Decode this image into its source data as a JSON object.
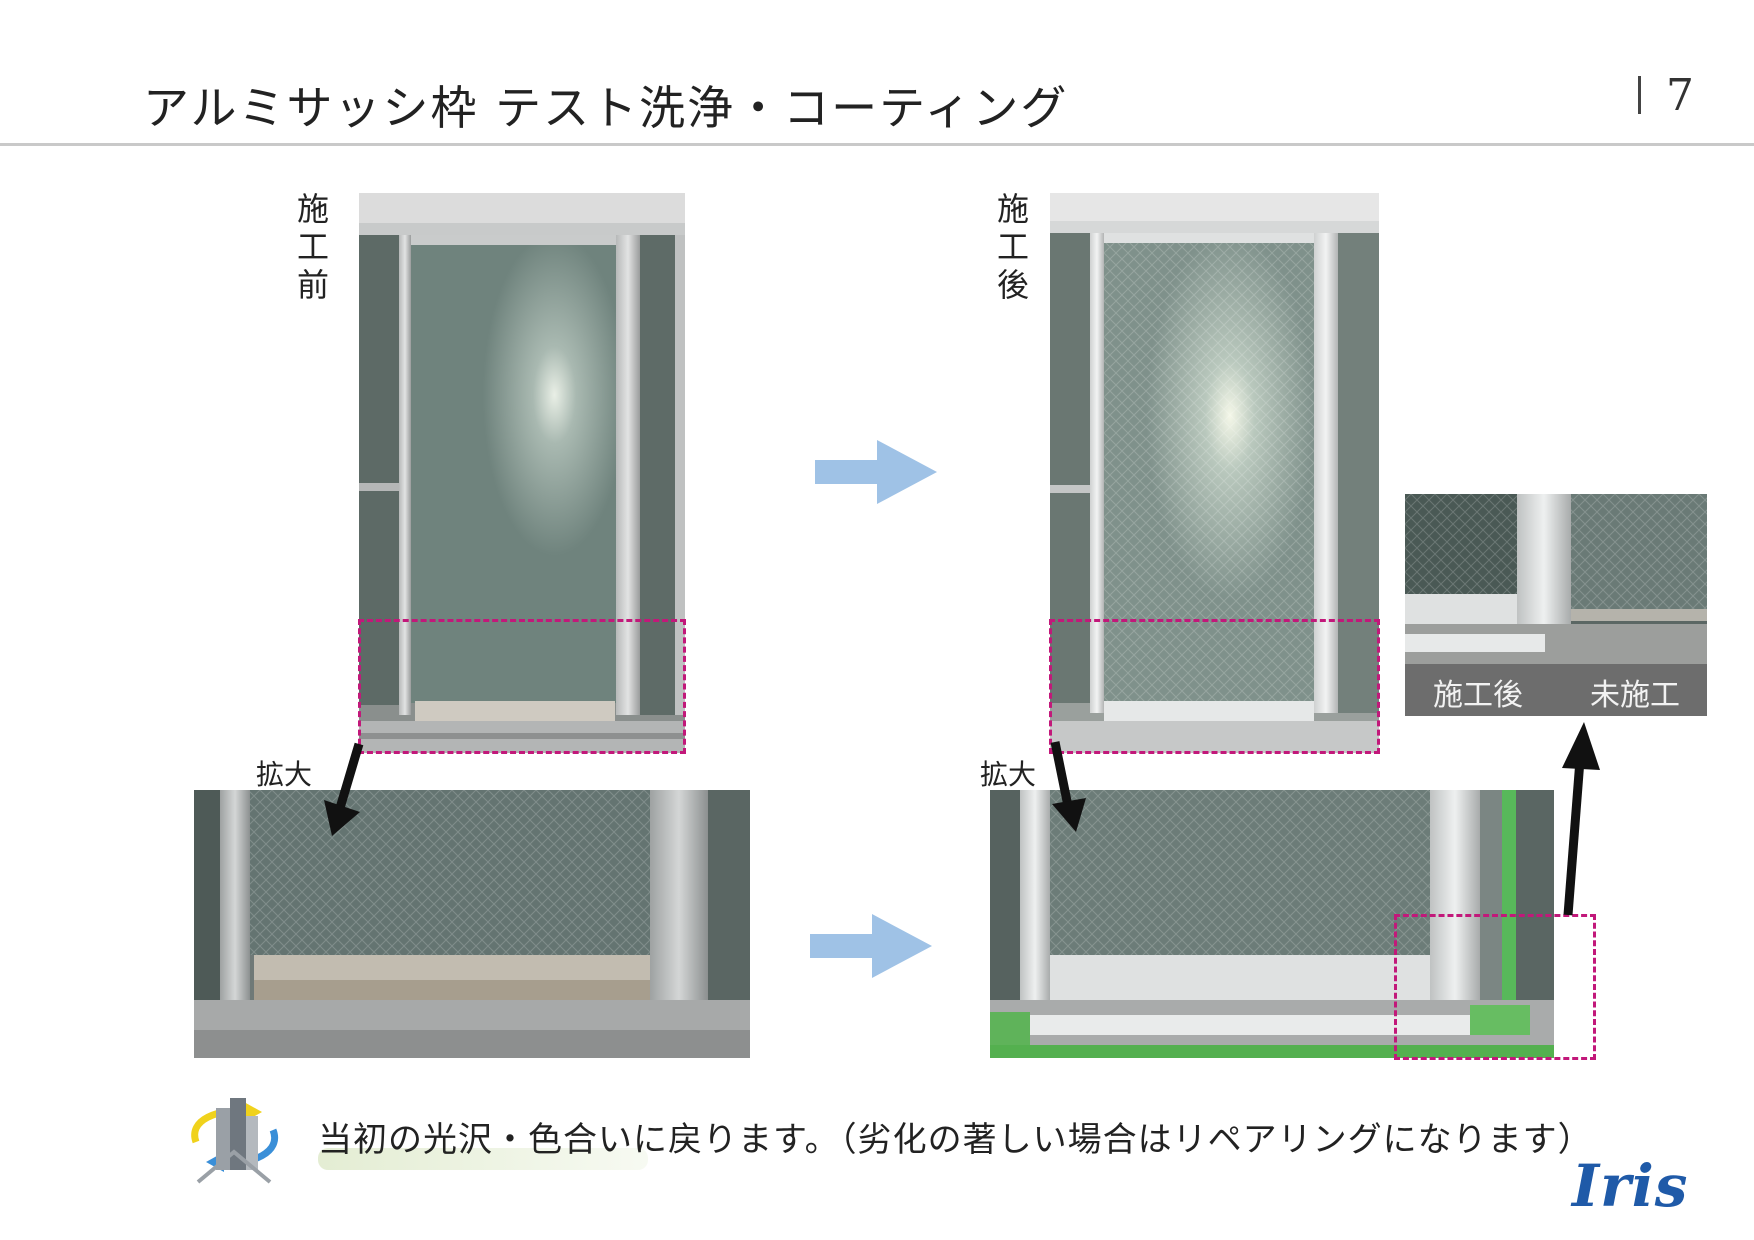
{
  "slide": {
    "title": "アルミサッシ枠 テスト洗浄・コーティング",
    "page_number": "7"
  },
  "before": {
    "label": "施工前",
    "zoom_label": "拡大"
  },
  "after": {
    "label": "施工後",
    "zoom_label": "拡大"
  },
  "inset": {
    "left_label": "施工後",
    "right_label": "未施工"
  },
  "caption": "当初の光沢・色合いに戻ります。（劣化の著しい場合はリペアリングになります）",
  "brand": {
    "logo_text": "Iris"
  },
  "colors": {
    "highlight": "#c2187a",
    "flow_arrow": "#9fc2e6",
    "logo": "#1f5aa8"
  }
}
